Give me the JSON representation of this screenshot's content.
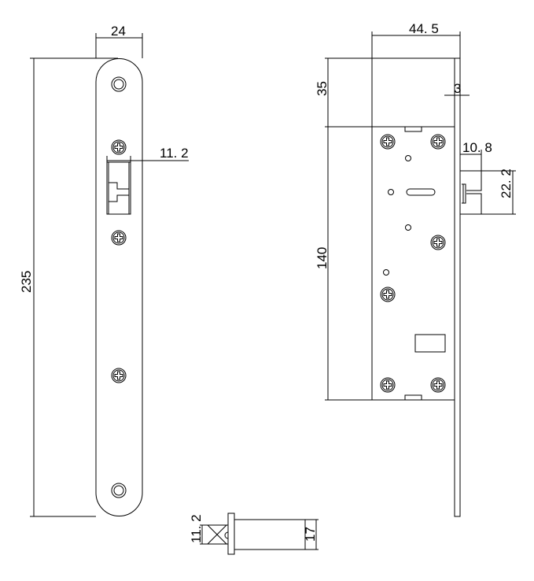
{
  "front_view": {
    "width_dim": "24",
    "height_dim": "235",
    "latch_dim": "11. 2"
  },
  "side_view": {
    "depth_dim": "44. 5",
    "top_offset_dim": "35",
    "faceplate_thickness_dim": "3",
    "body_height_dim": "140",
    "bolt_projection_dim": "10. 8",
    "bolt_height_dim": "22. 2"
  },
  "bolt_detail": {
    "square_dim": "11. 2",
    "diameter_dim": "17"
  }
}
